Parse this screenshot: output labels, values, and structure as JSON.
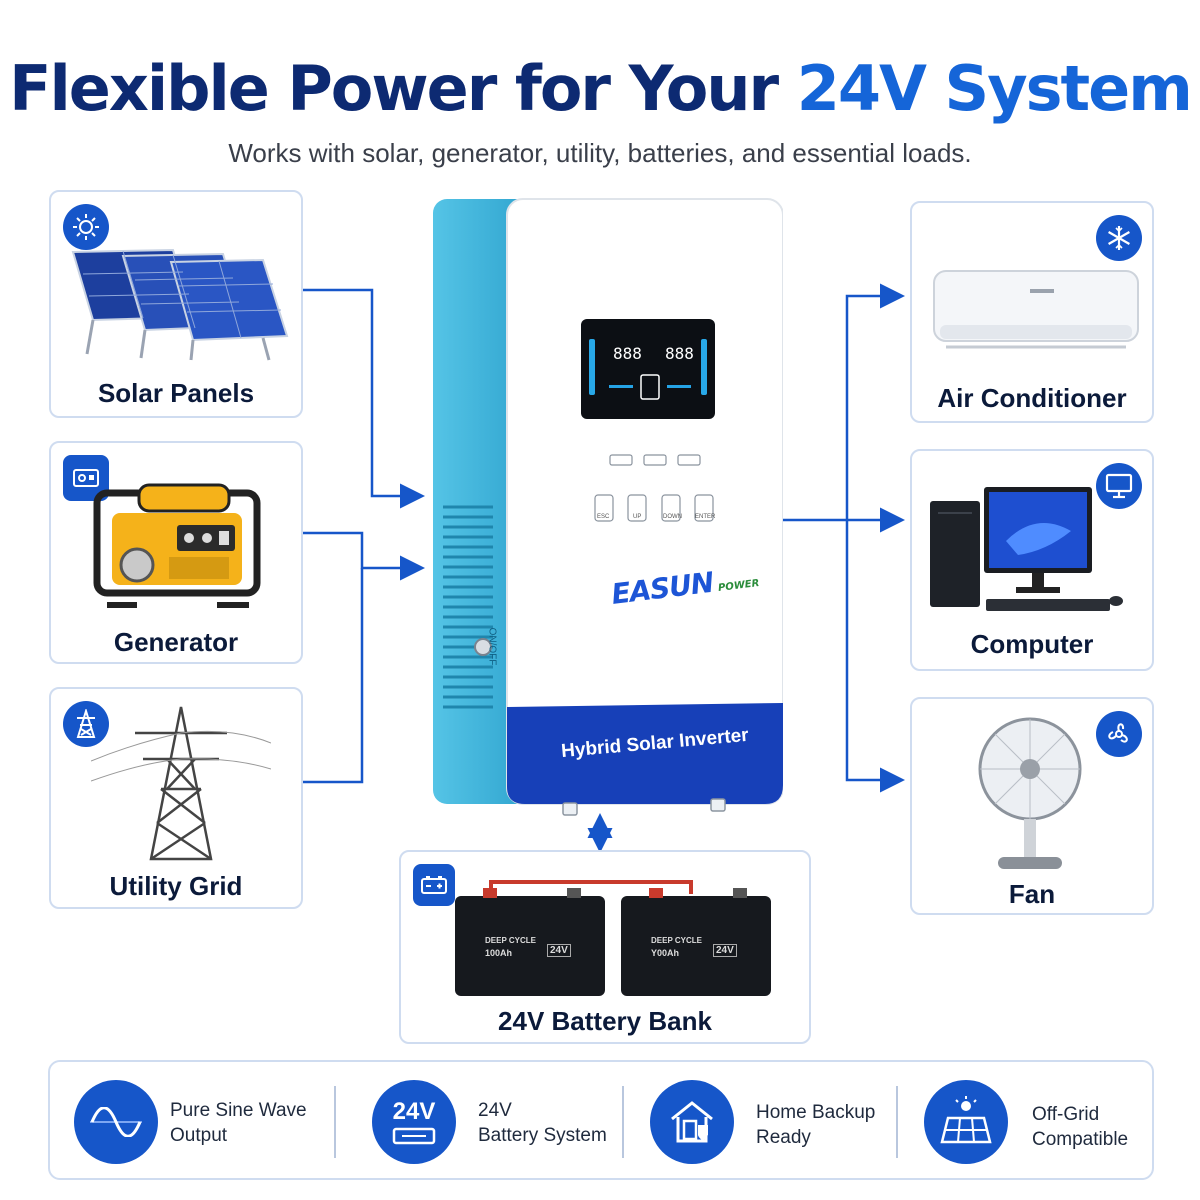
{
  "header": {
    "title_main": "Flexible Power for Your ",
    "title_highlight": "24V System",
    "subtitle": "Works with solar, generator, utility, batteries, and essential loads."
  },
  "sources": [
    {
      "label": "Solar Panels",
      "icon": "sun-icon"
    },
    {
      "label": "Generator",
      "icon": "generator-icon"
    },
    {
      "label": "Utility Grid",
      "icon": "transmission-tower-icon"
    }
  ],
  "loads": [
    {
      "label": "Air Conditioner",
      "icon": "snowflake-icon"
    },
    {
      "label": "Computer",
      "icon": "monitor-icon"
    },
    {
      "label": "Fan",
      "icon": "fan-icon"
    }
  ],
  "battery": {
    "label": "24V Battery Bank",
    "icon": "battery-icon",
    "unit_label": "DEEP CYCLE",
    "unit_capacity": "100Ah",
    "unit_capacity_alt": "Y00Ah",
    "unit_voltage": "24V"
  },
  "inverter": {
    "brand_main": "EASUN",
    "brand_sub": "POWER",
    "band_label": "Hybrid Solar Inverter",
    "switch_label": "ON/OFF",
    "buttons": [
      "ESC",
      "UP",
      "DOWN",
      "ENTER"
    ]
  },
  "features": [
    {
      "line1": "Pure Sine Wave",
      "line2": "Output",
      "icon": "sine-wave-icon"
    },
    {
      "line1": "24V",
      "line2": "Battery System",
      "icon": "battery-24v-icon",
      "badge": "24V"
    },
    {
      "line1": "Home Backup",
      "line2": "Ready",
      "icon": "home-shield-icon"
    },
    {
      "line1": "Off-Grid",
      "line2": "Compatible",
      "icon": "solar-panel-icon"
    }
  ],
  "colors": {
    "accent": "#1565d8",
    "navy": "#0d2a72",
    "teal": "#3bb3d8",
    "card_border": "#cfdcf0"
  }
}
